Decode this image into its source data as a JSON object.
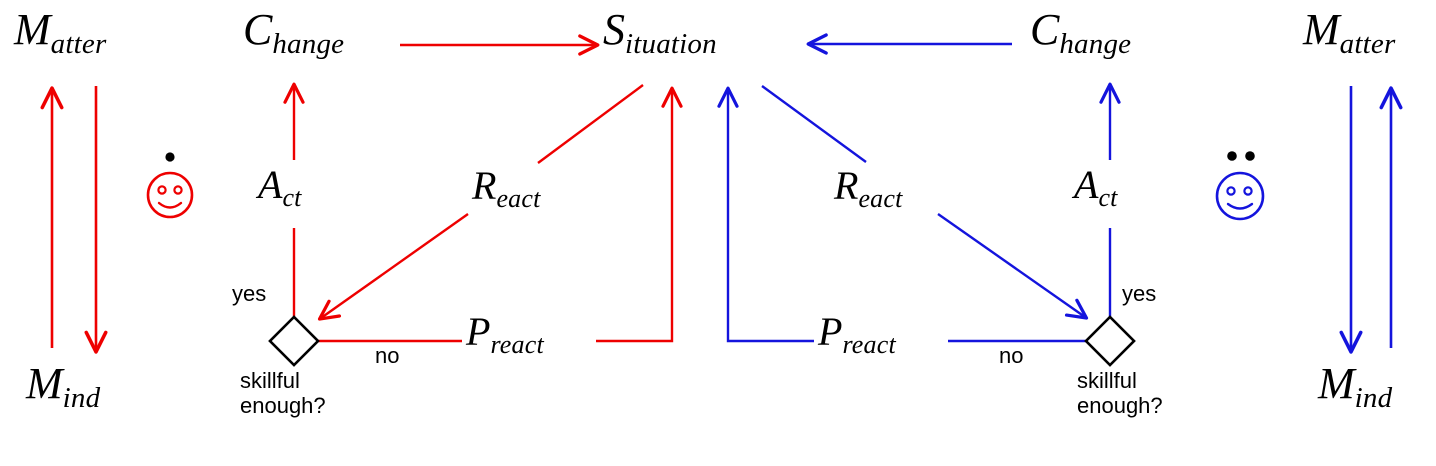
{
  "diagram": {
    "type": "flow-diagram",
    "title_visible": false,
    "colors": {
      "red_agent": "#ee0000",
      "blue_agent": "#1414dd",
      "text": "#000000",
      "decision_outline": "#000000",
      "background": "#ffffff"
    },
    "agents": [
      {
        "id": "red",
        "color": "#ee0000",
        "face_dots": 1,
        "nodes": {
          "matter": {
            "cap": "M",
            "sub": "atter"
          },
          "mind": {
            "cap": "M",
            "sub": "ind"
          },
          "change": {
            "cap": "C",
            "sub": "hange"
          },
          "act": {
            "cap": "A",
            "sub": "ct"
          },
          "react": {
            "cap": "R",
            "sub": "eact"
          },
          "preact": {
            "cap": "P",
            "sub": "react"
          }
        },
        "decision": {
          "question_line1": "skillful",
          "question_line2": "enough?",
          "yes_label": "yes",
          "no_label": "no"
        }
      },
      {
        "id": "blue",
        "color": "#1414dd",
        "face_dots": 2,
        "nodes": {
          "matter": {
            "cap": "M",
            "sub": "atter"
          },
          "mind": {
            "cap": "M",
            "sub": "ind"
          },
          "change": {
            "cap": "C",
            "sub": "hange"
          },
          "act": {
            "cap": "A",
            "sub": "ct"
          },
          "react": {
            "cap": "R",
            "sub": "eact"
          },
          "preact": {
            "cap": "P",
            "sub": "react"
          }
        },
        "decision": {
          "question_line1": "skillful",
          "question_line2": "enough?",
          "yes_label": "yes",
          "no_label": "no"
        }
      }
    ],
    "shared": {
      "situation": {
        "cap": "S",
        "sub": "ituation"
      }
    },
    "icons": {
      "red_face": "smiley-face-icon",
      "blue_face": "smiley-face-icon",
      "decision_diamond": "diamond-decision-icon"
    }
  }
}
